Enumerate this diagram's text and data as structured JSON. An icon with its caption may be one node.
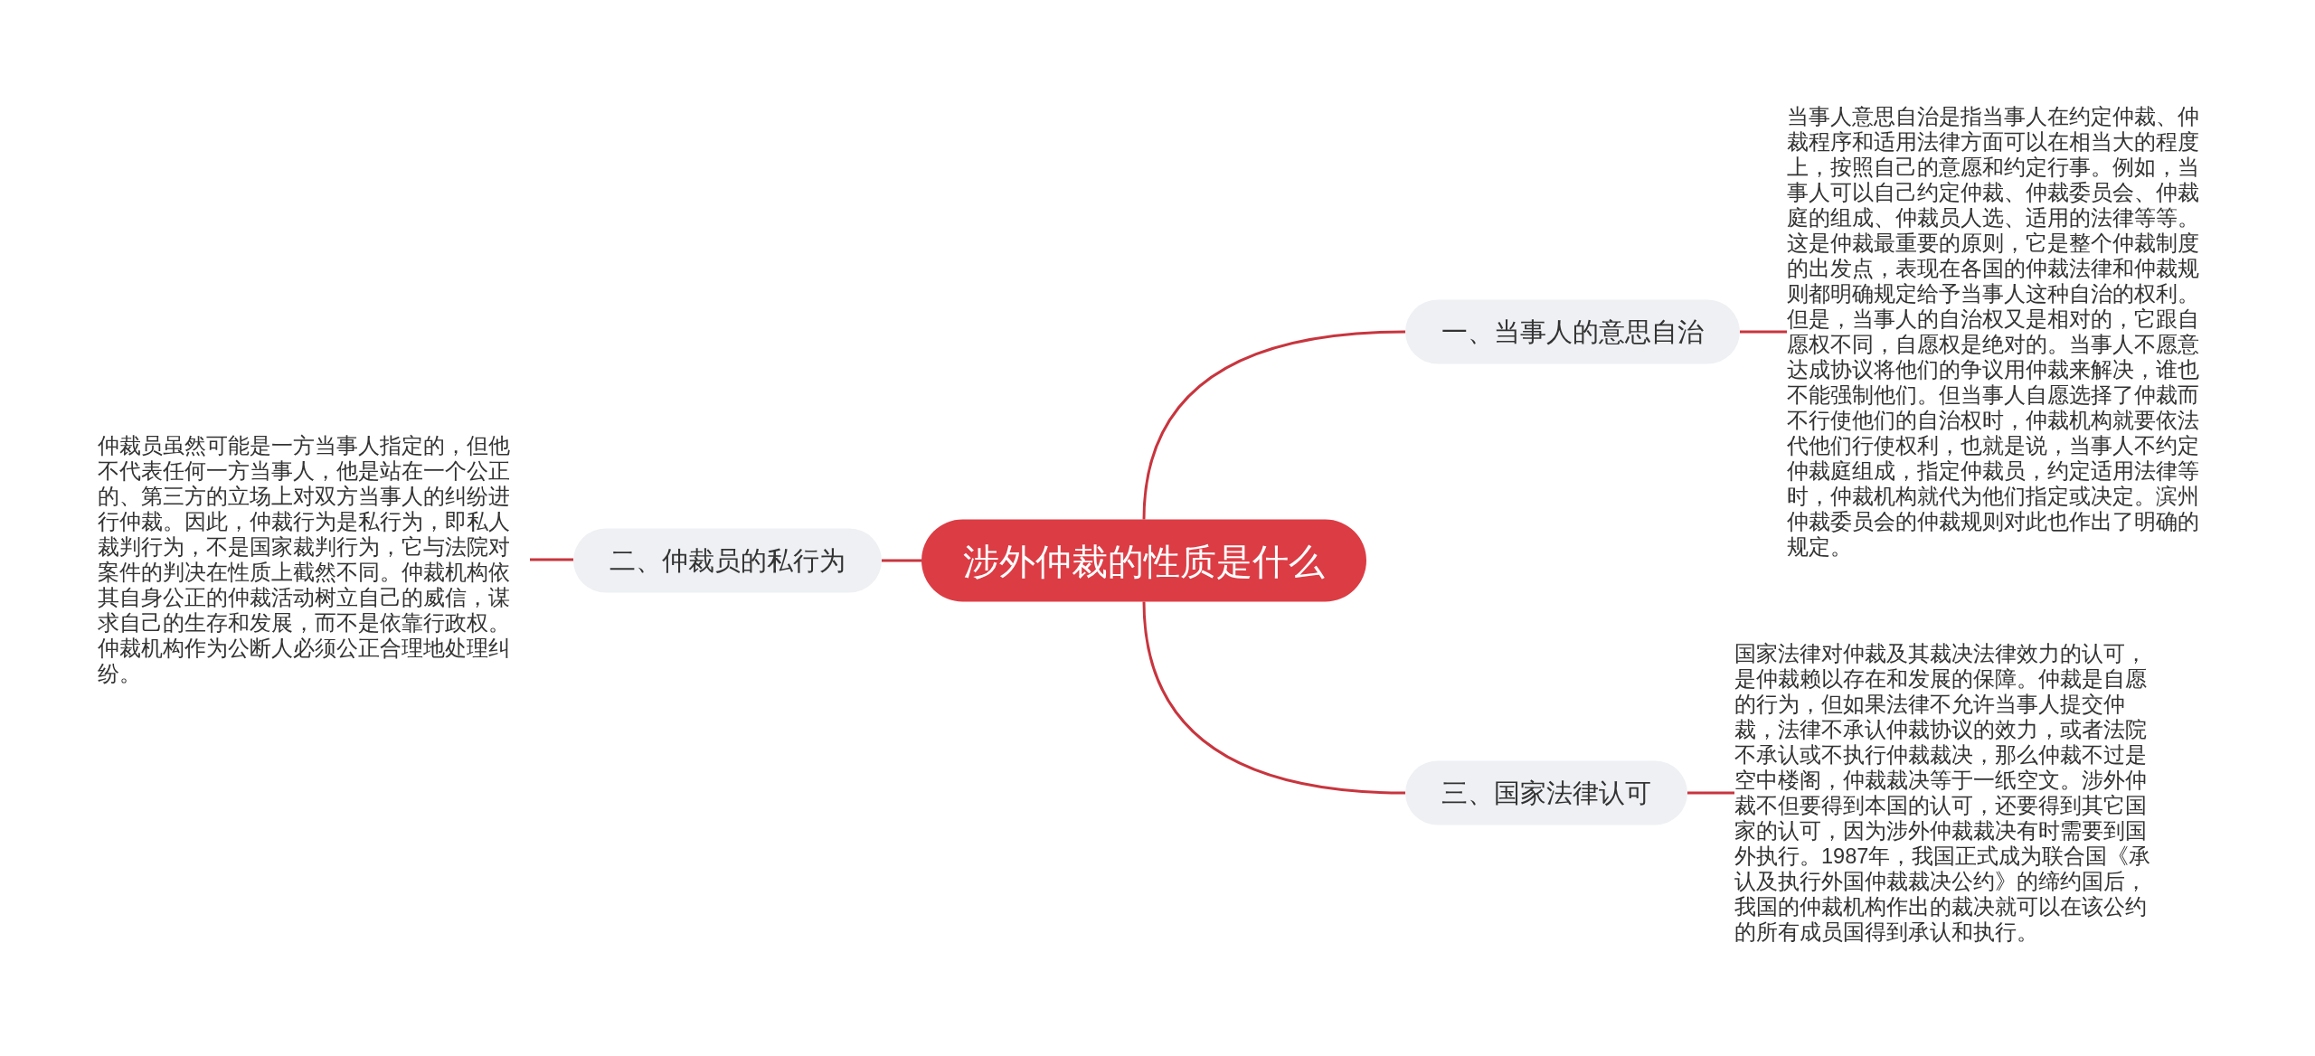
{
  "diagram": {
    "nodes": [
      {
        "text": [
          "涉外仲裁的性质是什么"
        ]
      },
      {
        "text": [
          "一、当事人的意思自治"
        ]
      },
      {
        "text": [
          "当事人意思自治是指当事人在约定仲裁、仲裁程序和适用法律方面可以在相当大的程度上，按照自己的意愿和约定行事。例如，当事人可以自己约定仲裁、仲裁委员会、仲裁庭的组成、仲裁员人选、适用的法律等等。这是仲裁最重要的原则，它是整个仲裁制度的出发点，表现在各国的仲裁法律和仲裁规则都明确规定给予当事人这种自治的权利。但是，当事人的自治权又是相对的，它跟自愿权不同，自愿权是绝对的。当事人不愿意达成协议将他们的争议用仲裁来解决，谁也不能强制他们。但当事人自愿选择了仲裁而不行使他们的自治权时，仲裁机构就要依法代他们行使权利，也就是说，当事人不约定仲裁庭组成，指定仲裁员，约定适用法律等时，仲裁机构就代为他们指定或决定。滨州仲裁委员会的仲裁规则对此也作出了明确的规定。"
        ]
      },
      {
        "text": [
          "二、仲裁员的私行为"
        ]
      },
      {
        "text": [
          "仲裁员虽然可能是一方当事人指定的，但他不代表任何一方当事人，他是站在一个公正的、第三方的立场上对双方当事人的纠纷进行仲裁。因此，仲裁行为是私行为，即私人裁判行为，不是国家裁判行为，它与法院对案件的判决在性质上截然不同。仲裁机构依其自身公正的仲裁活动树立自己的威信，谋求自己的生存和发展，而不是依靠行政权。仲裁机构作为公断人必须公正合理地处理纠纷。"
        ]
      },
      {
        "text": [
          "三、国家法律认可"
        ]
      },
      {
        "text": [
          "国家法律对仲裁及其裁决法律效力的认可，是仲裁赖以存在和发展的保障。仲裁是自愿的行为，但如果法律不允许当事人提交仲裁，法律不承认仲裁协议的效力，或者法院不承认或不执行仲裁裁决，那么仲裁不过是空中楼阁，仲裁裁决等于一纸空文。涉外仲裁不但要得到本国的认可，还要得到其它国家的认可，因为涉外仲裁裁决有时需要到国外执行。1987年，我国正式成为联合国《承认及执行外国仲裁裁决公约》的缔约国后，我国的仲裁机构作出的裁决就可以在该公约的所有成员国得到承认和执行。"
        ]
      }
    ],
    "edges": [
      {
        "from": 0,
        "to": 1,
        "arrow": "none"
      },
      {
        "from": 1,
        "to": 2,
        "arrow": "none"
      },
      {
        "from": 0,
        "to": 3,
        "arrow": "none"
      },
      {
        "from": 3,
        "to": 4,
        "arrow": "none"
      },
      {
        "from": 0,
        "to": 5,
        "arrow": "none"
      },
      {
        "from": 5,
        "to": 6,
        "arrow": "none"
      }
    ]
  }
}
